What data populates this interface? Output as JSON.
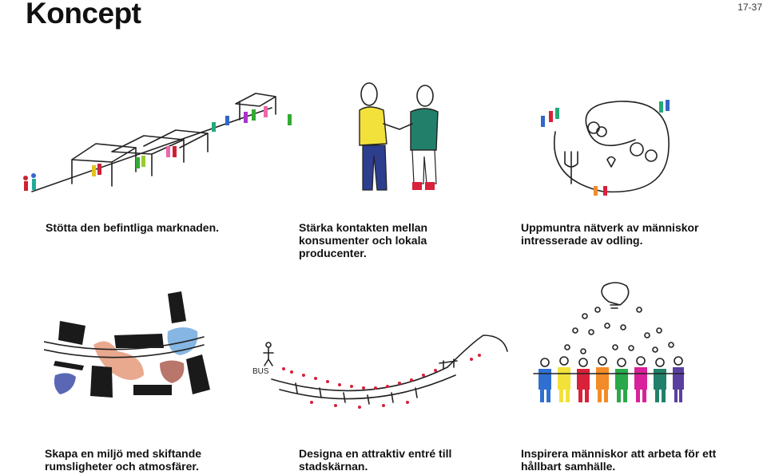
{
  "page": {
    "title": "Koncept",
    "page_number": "17-37"
  },
  "captions": [
    "Stötta den befintliga marknaden.",
    "Stärka kontakten mellan konsumenter och lokala producenter.",
    "Uppmuntra nätverk av människor intresserade av odling.",
    "Skapa en miljö med skiftande rumsligheter och atmosfärer.",
    "Designa en attraktiv entré till stadskärnan.",
    "Inspirera människor att arbeta för ett hållbart samhälle."
  ],
  "sketch_labels": {
    "bus": "BUS"
  },
  "colors": {
    "black": "#1a1a1a",
    "peach": "#e9a98f",
    "blue": "#86b6e3",
    "brown": "#b9766a",
    "navy": "#5a67b5",
    "yellow": "#f2e13a",
    "green": "#22806a",
    "red": "#d8213a"
  }
}
